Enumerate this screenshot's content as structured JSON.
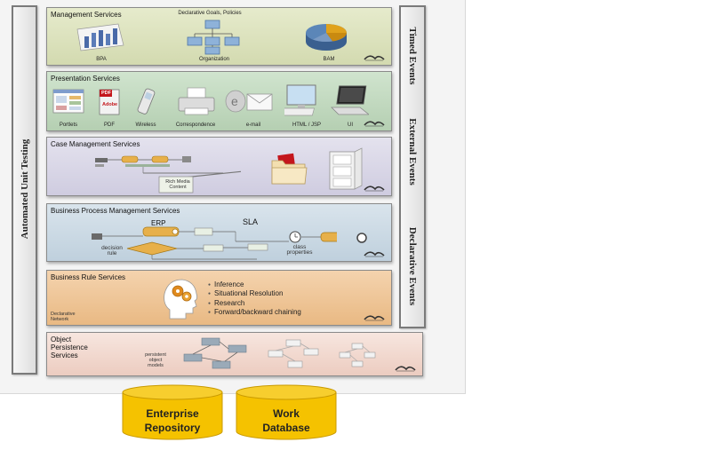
{
  "side_bars": {
    "left_label": "Automated Unit Testing",
    "right_labels": [
      "Timed Events",
      "External Events",
      "Declarative Events"
    ]
  },
  "layers": {
    "management": {
      "title": "Management Services",
      "top_caption": "Declarative Goals, Policies",
      "captions": [
        "BPA",
        "Organization",
        "BAM"
      ]
    },
    "presentation": {
      "title": "Presentation Services",
      "captions": [
        "Portlets",
        "PDF",
        "Wireless",
        "Correspondence",
        "e-mail",
        "HTML / JSP",
        "UI"
      ],
      "pdf_badge": "PDF",
      "adobe_label": "Adobe"
    },
    "case": {
      "title": "Case Management Services",
      "rich_media": "Rich Media Content"
    },
    "bpm": {
      "title": "Business Process Management Services",
      "erp": "ERP",
      "sla": "SLA",
      "decision_rule": "decision rule",
      "class_properties": "class properties"
    },
    "rules": {
      "title": "Business Rule Services",
      "bullets": [
        "Inference",
        "Situational Resolution",
        "Research",
        "Forward/backward chaining"
      ],
      "declarative_network": "Declarative Network"
    },
    "persistence": {
      "title": "Object Persistence Services",
      "persistent_object_models": "persistent object models"
    }
  },
  "databases": [
    "Enterprise Repository",
    "Work Database"
  ],
  "colors": {
    "management": "#dde3bf",
    "presentation": "#c6dcc4",
    "case": "#dcdae8",
    "bpm": "#cfdce6",
    "rules": "#f0c9a0",
    "persistence": "#f3dcd3",
    "database": "#f5c200"
  }
}
